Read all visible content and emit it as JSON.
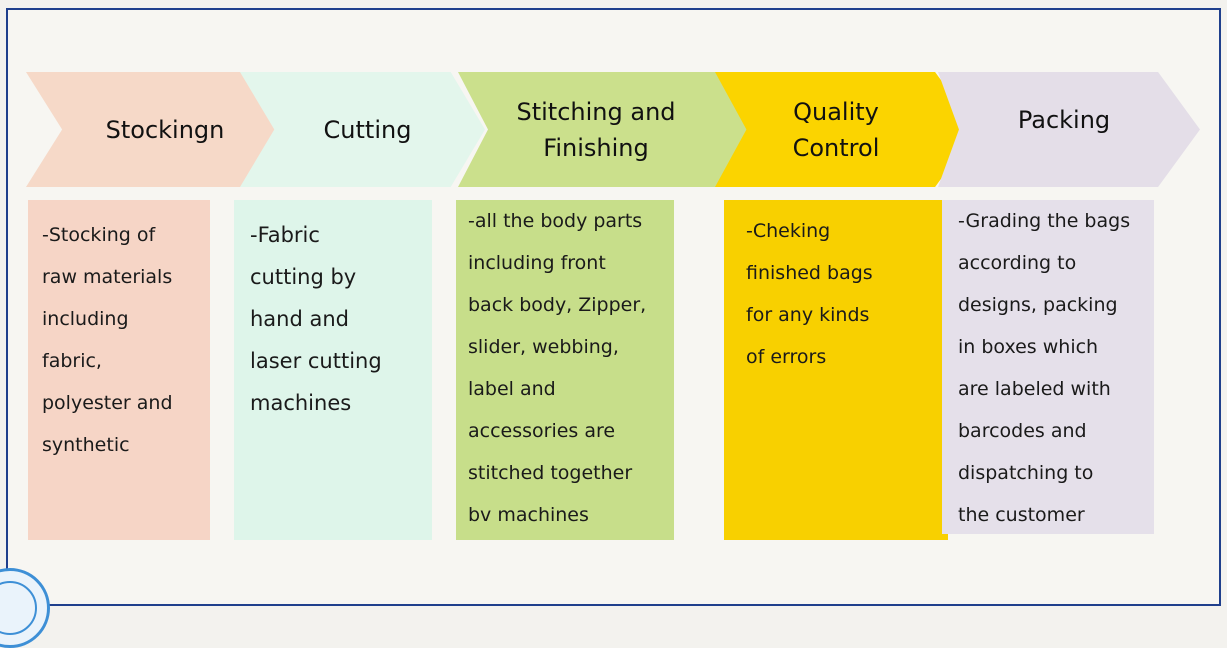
{
  "stages": [
    {
      "title": "Stockingn",
      "title_line2": "",
      "description": "-Stocking of\nraw materials\nincluding\nfabric,\npolyester and\nsynthetic",
      "color": "#f6d9c8",
      "box_color": "#f6d5c6"
    },
    {
      "title": "Cutting",
      "title_line2": "",
      "description": "-Fabric\ncutting by\nhand and\nlaser cutting\nmachines",
      "color": "#e3f6ec",
      "box_color": "#def5ea"
    },
    {
      "title": "Stitching and",
      "title_line2": "Finishing",
      "description": "-all the body parts\nincluding front\nback body, Zipper,\nslider, webbing,\nlabel and\naccessories are\nstitched together\nbv machines",
      "color": "#cbe08c",
      "box_color": "#c7de8a"
    },
    {
      "title": "Quality",
      "title_line2": "Control",
      "description": "-Cheking\nfinished bags\nfor any kinds\nof errors",
      "color": "#fbd400",
      "box_color": "#f8d000"
    },
    {
      "title": "Packing",
      "title_line2": "",
      "description": "-Grading the bags\naccording to\ndesigns, packing\nin boxes which\nare labeled with\nbarcodes and\ndispatching to\nthe customer",
      "color": "#e4dee8",
      "box_color": "#e5e0ea"
    }
  ],
  "seal_color": "#3d8fd6"
}
